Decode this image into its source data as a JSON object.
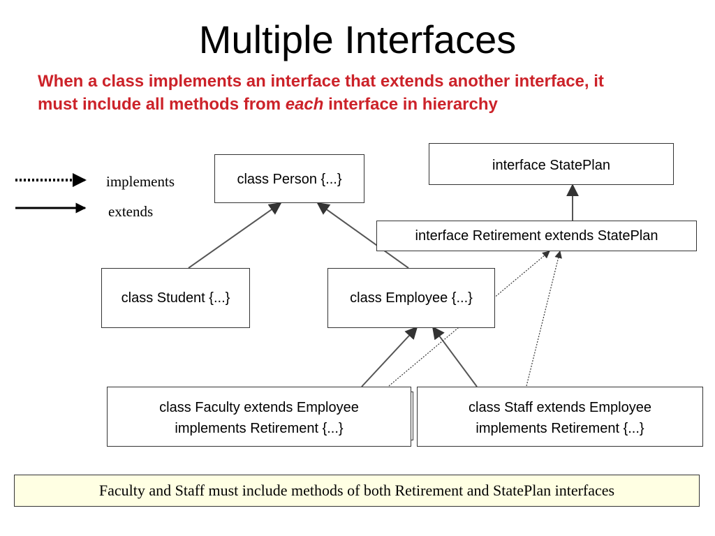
{
  "slide": {
    "title": "Multiple Interfaces",
    "subtitle": {
      "part1": "When a class implements an interface that extends another interface, it must include all methods from ",
      "emphasis": "each",
      "part2": " interface in hierarchy"
    }
  },
  "legend": {
    "implements_label": "implements",
    "extends_label": "extends"
  },
  "diagram": {
    "nodes": {
      "person": "class Person {...}",
      "statePlan": "interface StatePlan",
      "retirement": "interface Retirement extends StatePlan",
      "student": "class Student {...}",
      "employee": "class Employee {...}",
      "faculty_line1": "class Faculty extends Employee",
      "faculty_line2": "implements Retirement {...}",
      "staff_line1": "class Staff extends Employee",
      "staff_line2": "implements Retirement {...}"
    }
  },
  "note": "Faculty and Staff must include methods of both Retirement and StatePlan interfaces",
  "colors": {
    "subtitle": "#cc2229",
    "note_background": "#ffffe3",
    "arrow": "#555555"
  }
}
